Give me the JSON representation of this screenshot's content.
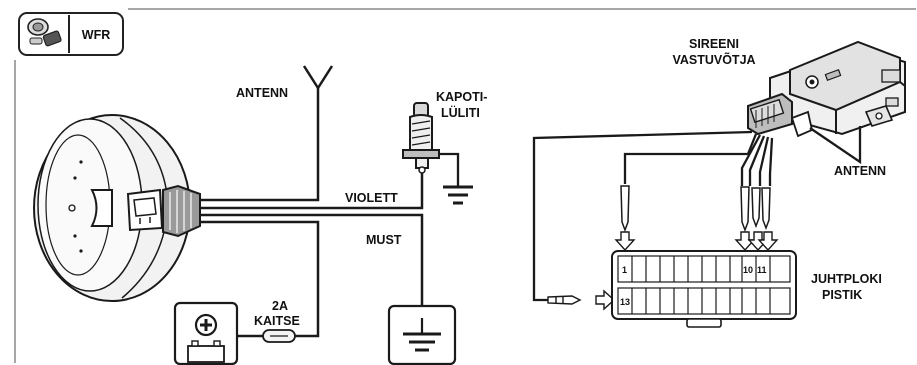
{
  "badge": {
    "text": "WFR",
    "icon": "siren-module-icon"
  },
  "labels": {
    "antenn_left": "ANTENN",
    "kapoti_line1": "KAPOTI-",
    "kapoti_line2": "LÜLITI",
    "violett": "VIOLETT",
    "must": "MUST",
    "fuse_line1": "2A",
    "fuse_line2": "KAITSE",
    "sireeni_line1": "SIREENI",
    "sireeni_line2": "VASTUVÕTJA",
    "antenn_right": "ANTENN",
    "juhtploki_line1": "JUHTPLOKI",
    "juhtploki_line2": "PISTIK"
  },
  "connector": {
    "pin_1": "1",
    "pin_10": "10",
    "pin_11": "11",
    "pin_13": "13"
  },
  "colors": {
    "line": "#1a1a1a",
    "frame": "#888888",
    "fill_light": "#e6e6e6",
    "fill_mid": "#bdbdbd"
  }
}
